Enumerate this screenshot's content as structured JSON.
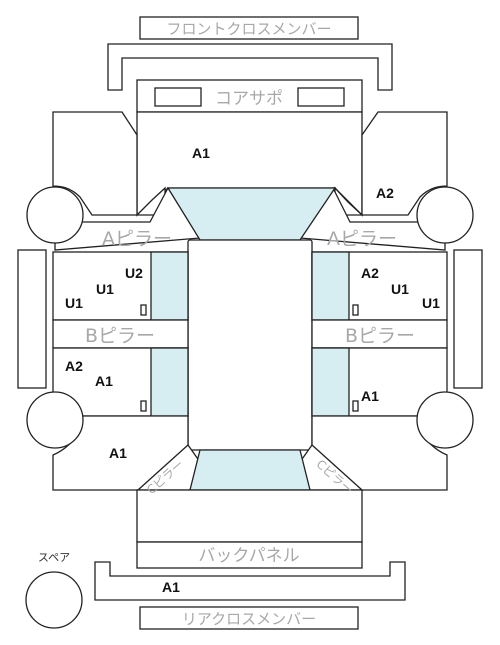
{
  "labels": {
    "front_cross_member": "フロントクロスメンバー",
    "core_support": "コアサポ",
    "a_pillar_left": "Aピラー",
    "a_pillar_right": "Aピラー",
    "b_pillar_left": "Bピラー",
    "b_pillar_right": "Bピラー",
    "c_pillar_left": "Cピラー",
    "c_pillar_right": "Cピラー",
    "back_panel": "バックパネル",
    "rear_cross_member": "リアクロスメンバー",
    "spare": "スペア"
  },
  "grades": {
    "hood": "A1",
    "right_fender": "A2",
    "left_front_door_inner": "U2",
    "left_front_door_mid": "U1",
    "left_front_door_outer": "U1",
    "right_front_door": "A2",
    "right_front_door_mid": "U1",
    "right_front_door_outer": "U1",
    "left_rear_door_a": "A2",
    "left_rear_door_b": "A1",
    "right_rear_door": "A1",
    "left_quarter": "A1",
    "rear_bumper": "A1"
  },
  "colors": {
    "glass": "#d6eef2",
    "line": "#222222",
    "label_gray": "#a8a8a8"
  }
}
